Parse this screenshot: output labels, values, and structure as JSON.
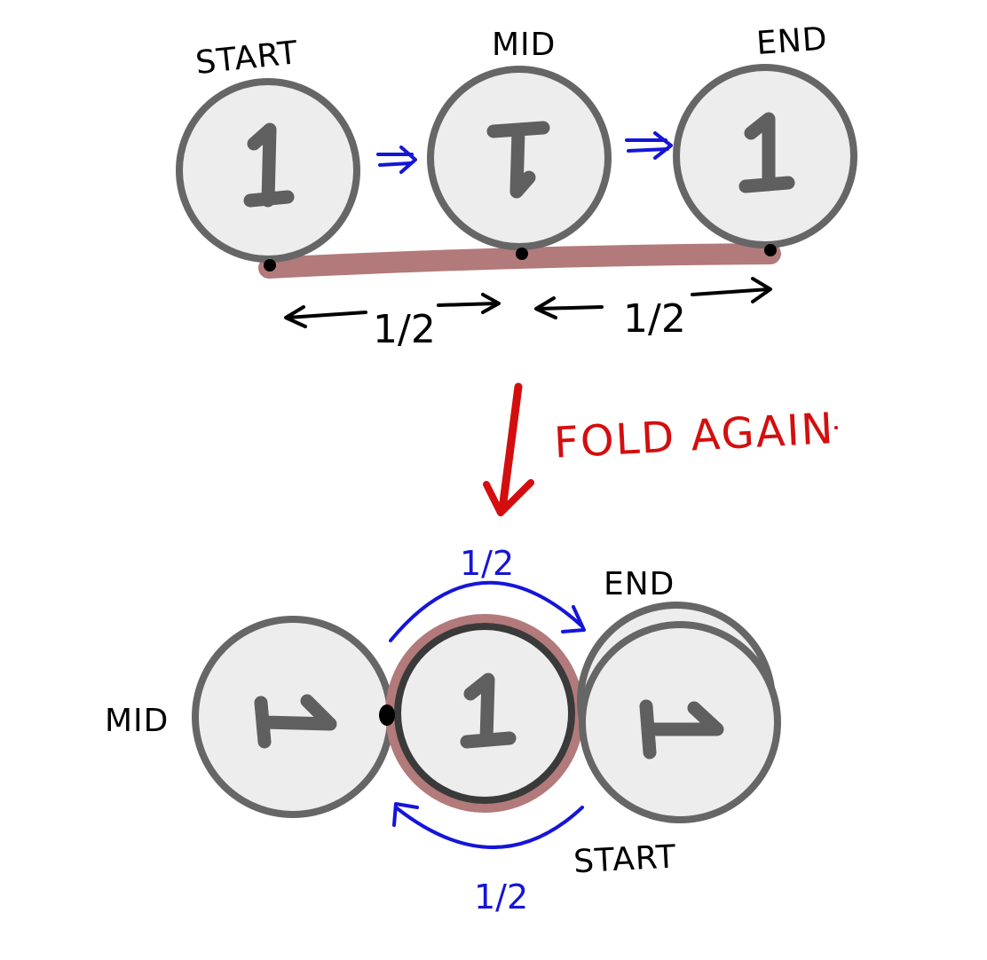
{
  "top_row": {
    "label_start": "START",
    "label_mid": "MID",
    "label_end": "END",
    "digit_start": "1",
    "digit_mid": "1",
    "digit_end": "1",
    "half_left": "1/2",
    "half_right": "1/2"
  },
  "transition": {
    "label": "FOLD AGAIN"
  },
  "bottom_row": {
    "label_mid": "MID",
    "label_end": "END",
    "label_start": "START",
    "digit_left": "1",
    "digit_center": "1",
    "digit_right": "1",
    "half_top": "1/2",
    "half_bottom": "1/2"
  },
  "colors": {
    "circle_fill": "#ededed",
    "circle_stroke": "#666666",
    "digit": "#5f5f5f",
    "strip": "#b27a7a",
    "blue_ink": "#1515d8",
    "red_ink": "#d40e0e",
    "black_ink": "#000000"
  }
}
